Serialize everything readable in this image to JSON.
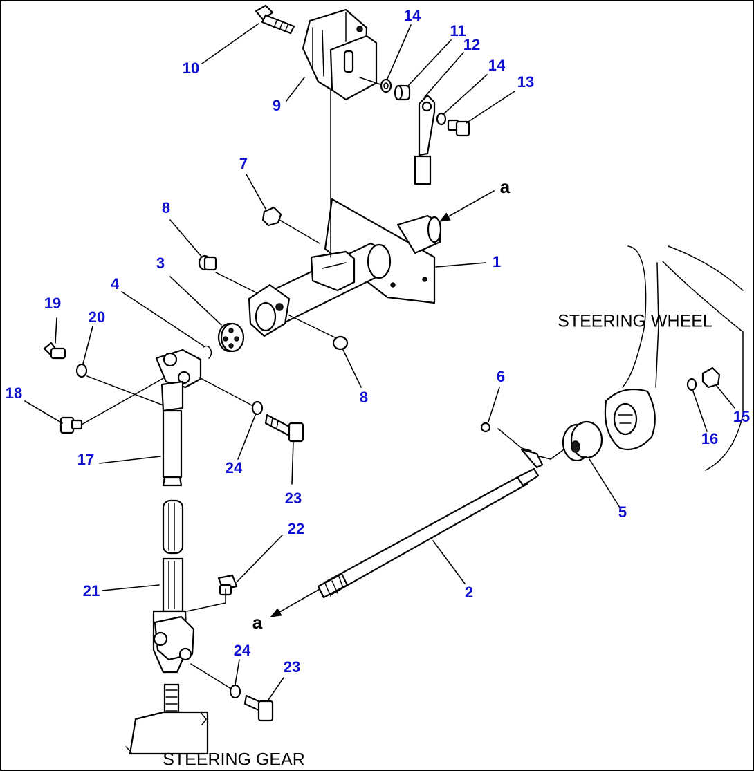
{
  "callouts": {
    "c1": "1",
    "c2": "2",
    "c3": "3",
    "c4": "4",
    "c5": "5",
    "c6": "6",
    "c7": "7",
    "c8a": "8",
    "c8b": "8",
    "c9": "9",
    "c10": "10",
    "c11": "11",
    "c12": "12",
    "c13": "13",
    "c14a": "14",
    "c14b": "14",
    "c15": "15",
    "c16": "16",
    "c17": "17",
    "c18": "18",
    "c19": "19",
    "c20": "20",
    "c21": "21",
    "c22": "22",
    "c23a": "23",
    "c23b": "23",
    "c24a": "24",
    "c24b": "24"
  },
  "labels": {
    "steering_wheel": "STEERING WHEEL",
    "steering_gear": "STEERING GEAR",
    "view_a_top": "a",
    "view_a_bottom": "a"
  },
  "colors": {
    "callout": "#1010d0",
    "line": "#000000",
    "background": "#ffffff"
  }
}
